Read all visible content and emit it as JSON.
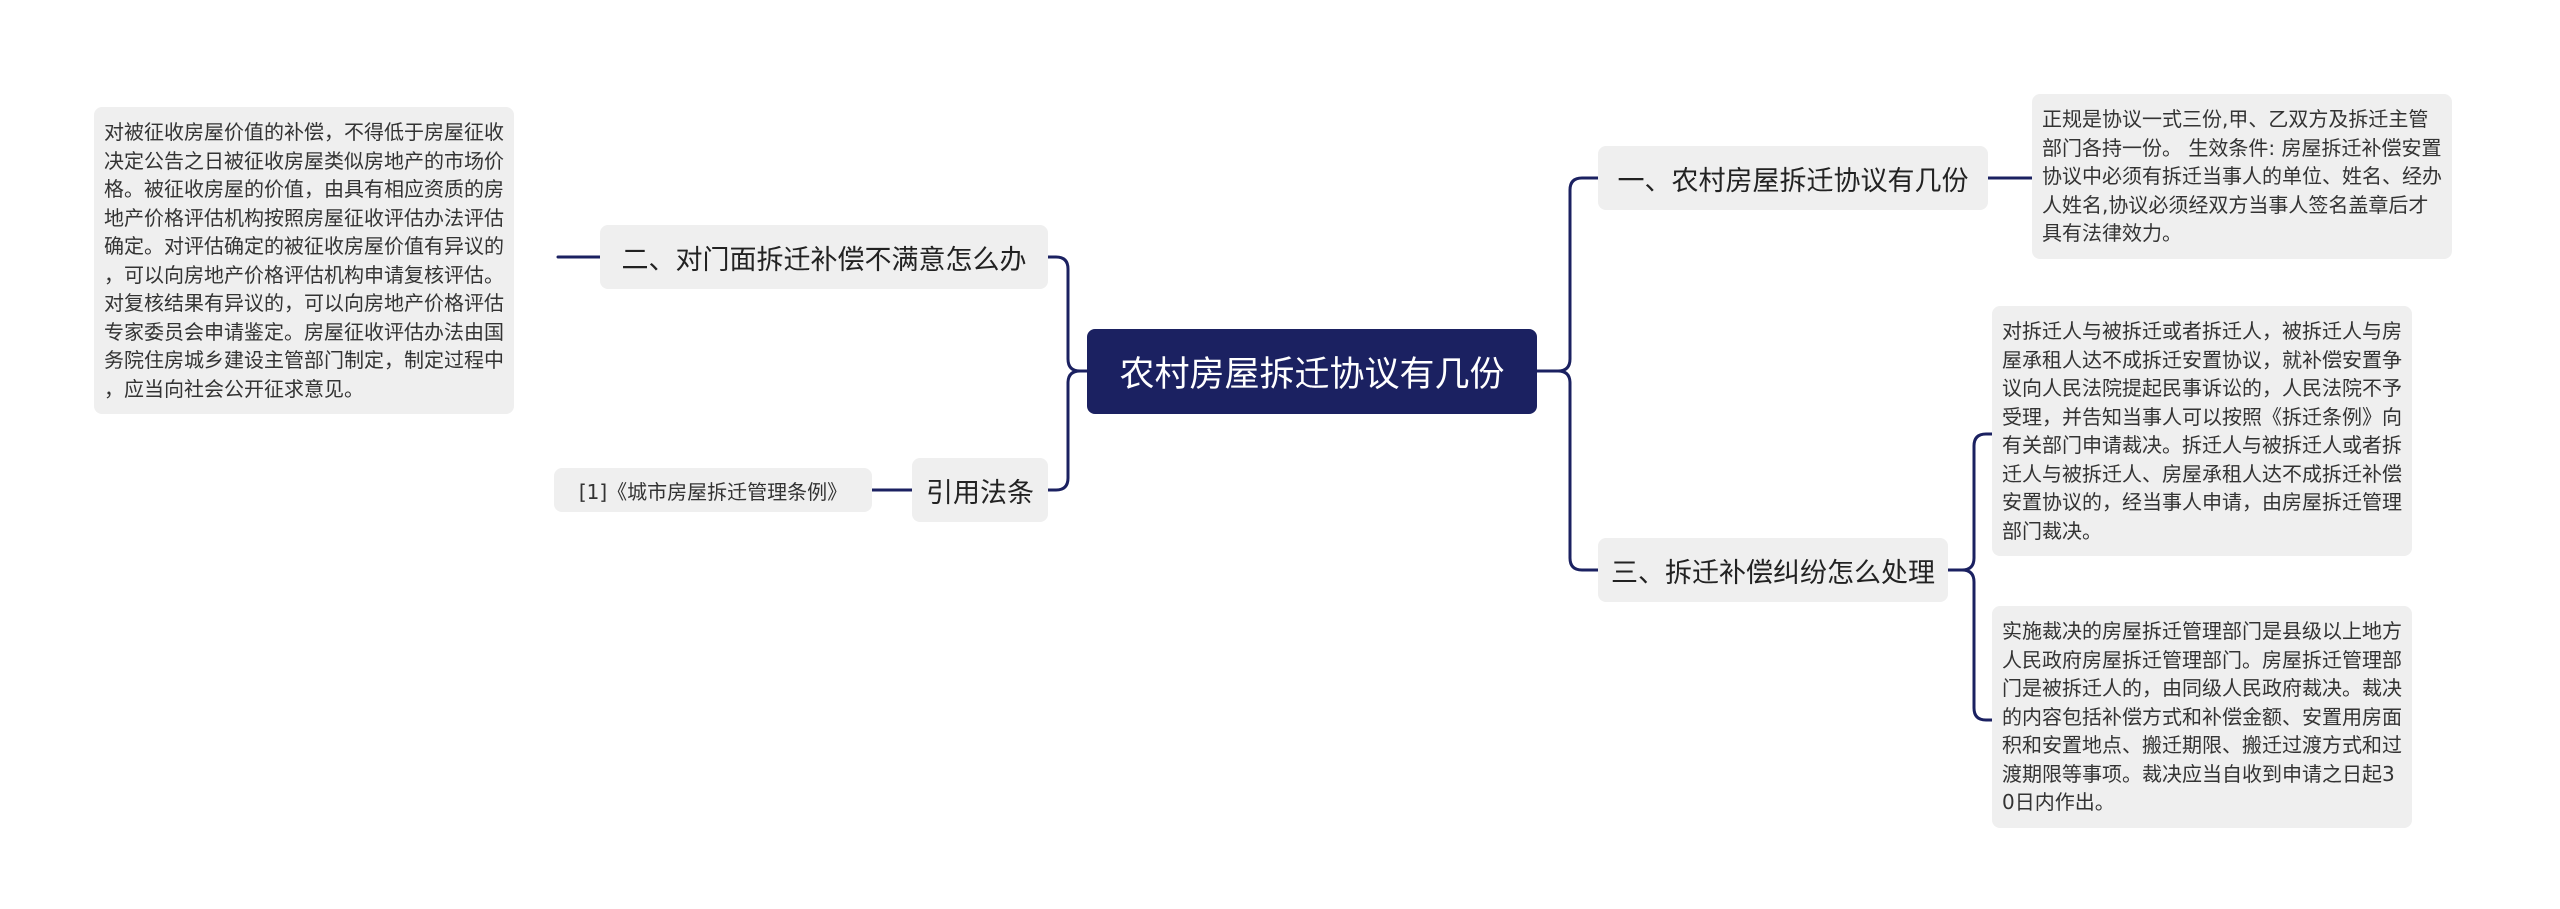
{
  "root": {
    "title": "农村房屋拆迁协议有几份"
  },
  "branches": {
    "b1": {
      "label": "一、农村房屋拆迁协议有几份",
      "detail": [
        "正规是协议一式三份,甲、乙双方及拆迁主管",
        "部门各持一份。 生效条件: 房屋拆迁补偿安置",
        "协议中必须有拆迁当事人的单位、姓名、经办",
        "人姓名,协议必须经双方当事人签名盖章后才",
        "具有法律效力。"
      ]
    },
    "b2": {
      "label": "二、对门面拆迁补偿不满意怎么办",
      "detail": [
        "对被征收房屋价值的补偿，不得低于房屋征收",
        "决定公告之日被征收房屋类似房地产的市场价",
        "格。被征收房屋的价值，由具有相应资质的房",
        "地产价格评估机构按照房屋征收评估办法评估",
        "确定。对评估确定的被征收房屋价值有异议的",
        "，可以向房地产价格评估机构申请复核评估。",
        "对复核结果有异议的，可以向房地产价格评估",
        "专家委员会申请鉴定。房屋征收评估办法由国",
        "务院住房城乡建设主管部门制定，制定过程中",
        "，应当向社会公开征求意见。"
      ]
    },
    "b3": {
      "label": "三、拆迁补偿纠纷怎么处理",
      "detail_a": [
        "对拆迁人与被拆迁或者拆迁人，被拆迁人与房",
        "屋承租人达不成拆迁安置协议，就补偿安置争",
        "议向人民法院提起民事诉讼的，人民法院不予",
        "受理，并告知当事人可以按照《拆迁条例》向",
        "有关部门申请裁决。拆迁人与被拆迁人或者拆",
        "迁人与被拆迁人、房屋承租人达不成拆迁补偿",
        "安置协议的，经当事人申请，由房屋拆迁管理",
        "部门裁决。"
      ],
      "detail_b": [
        "实施裁决的房屋拆迁管理部门是县级以上地方",
        "人民政府房屋拆迁管理部门。房屋拆迁管理部",
        "门是被拆迁人的，由同级人民政府裁决。裁决",
        "的内容包括补偿方式和补偿金额、安置用房面",
        "积和安置地点、搬迁期限、搬迁过渡方式和过",
        "渡期限等事项。裁决应当自收到申请之日起3",
        "0日内作出。"
      ]
    },
    "b4": {
      "label": "引用法条",
      "citation": "[1]《城市房屋拆迁管理条例》"
    }
  },
  "colors": {
    "root_bg": "#1b2161",
    "root_text": "#ffffff",
    "node_bg": "#efefef",
    "connector": "#1b2161"
  }
}
